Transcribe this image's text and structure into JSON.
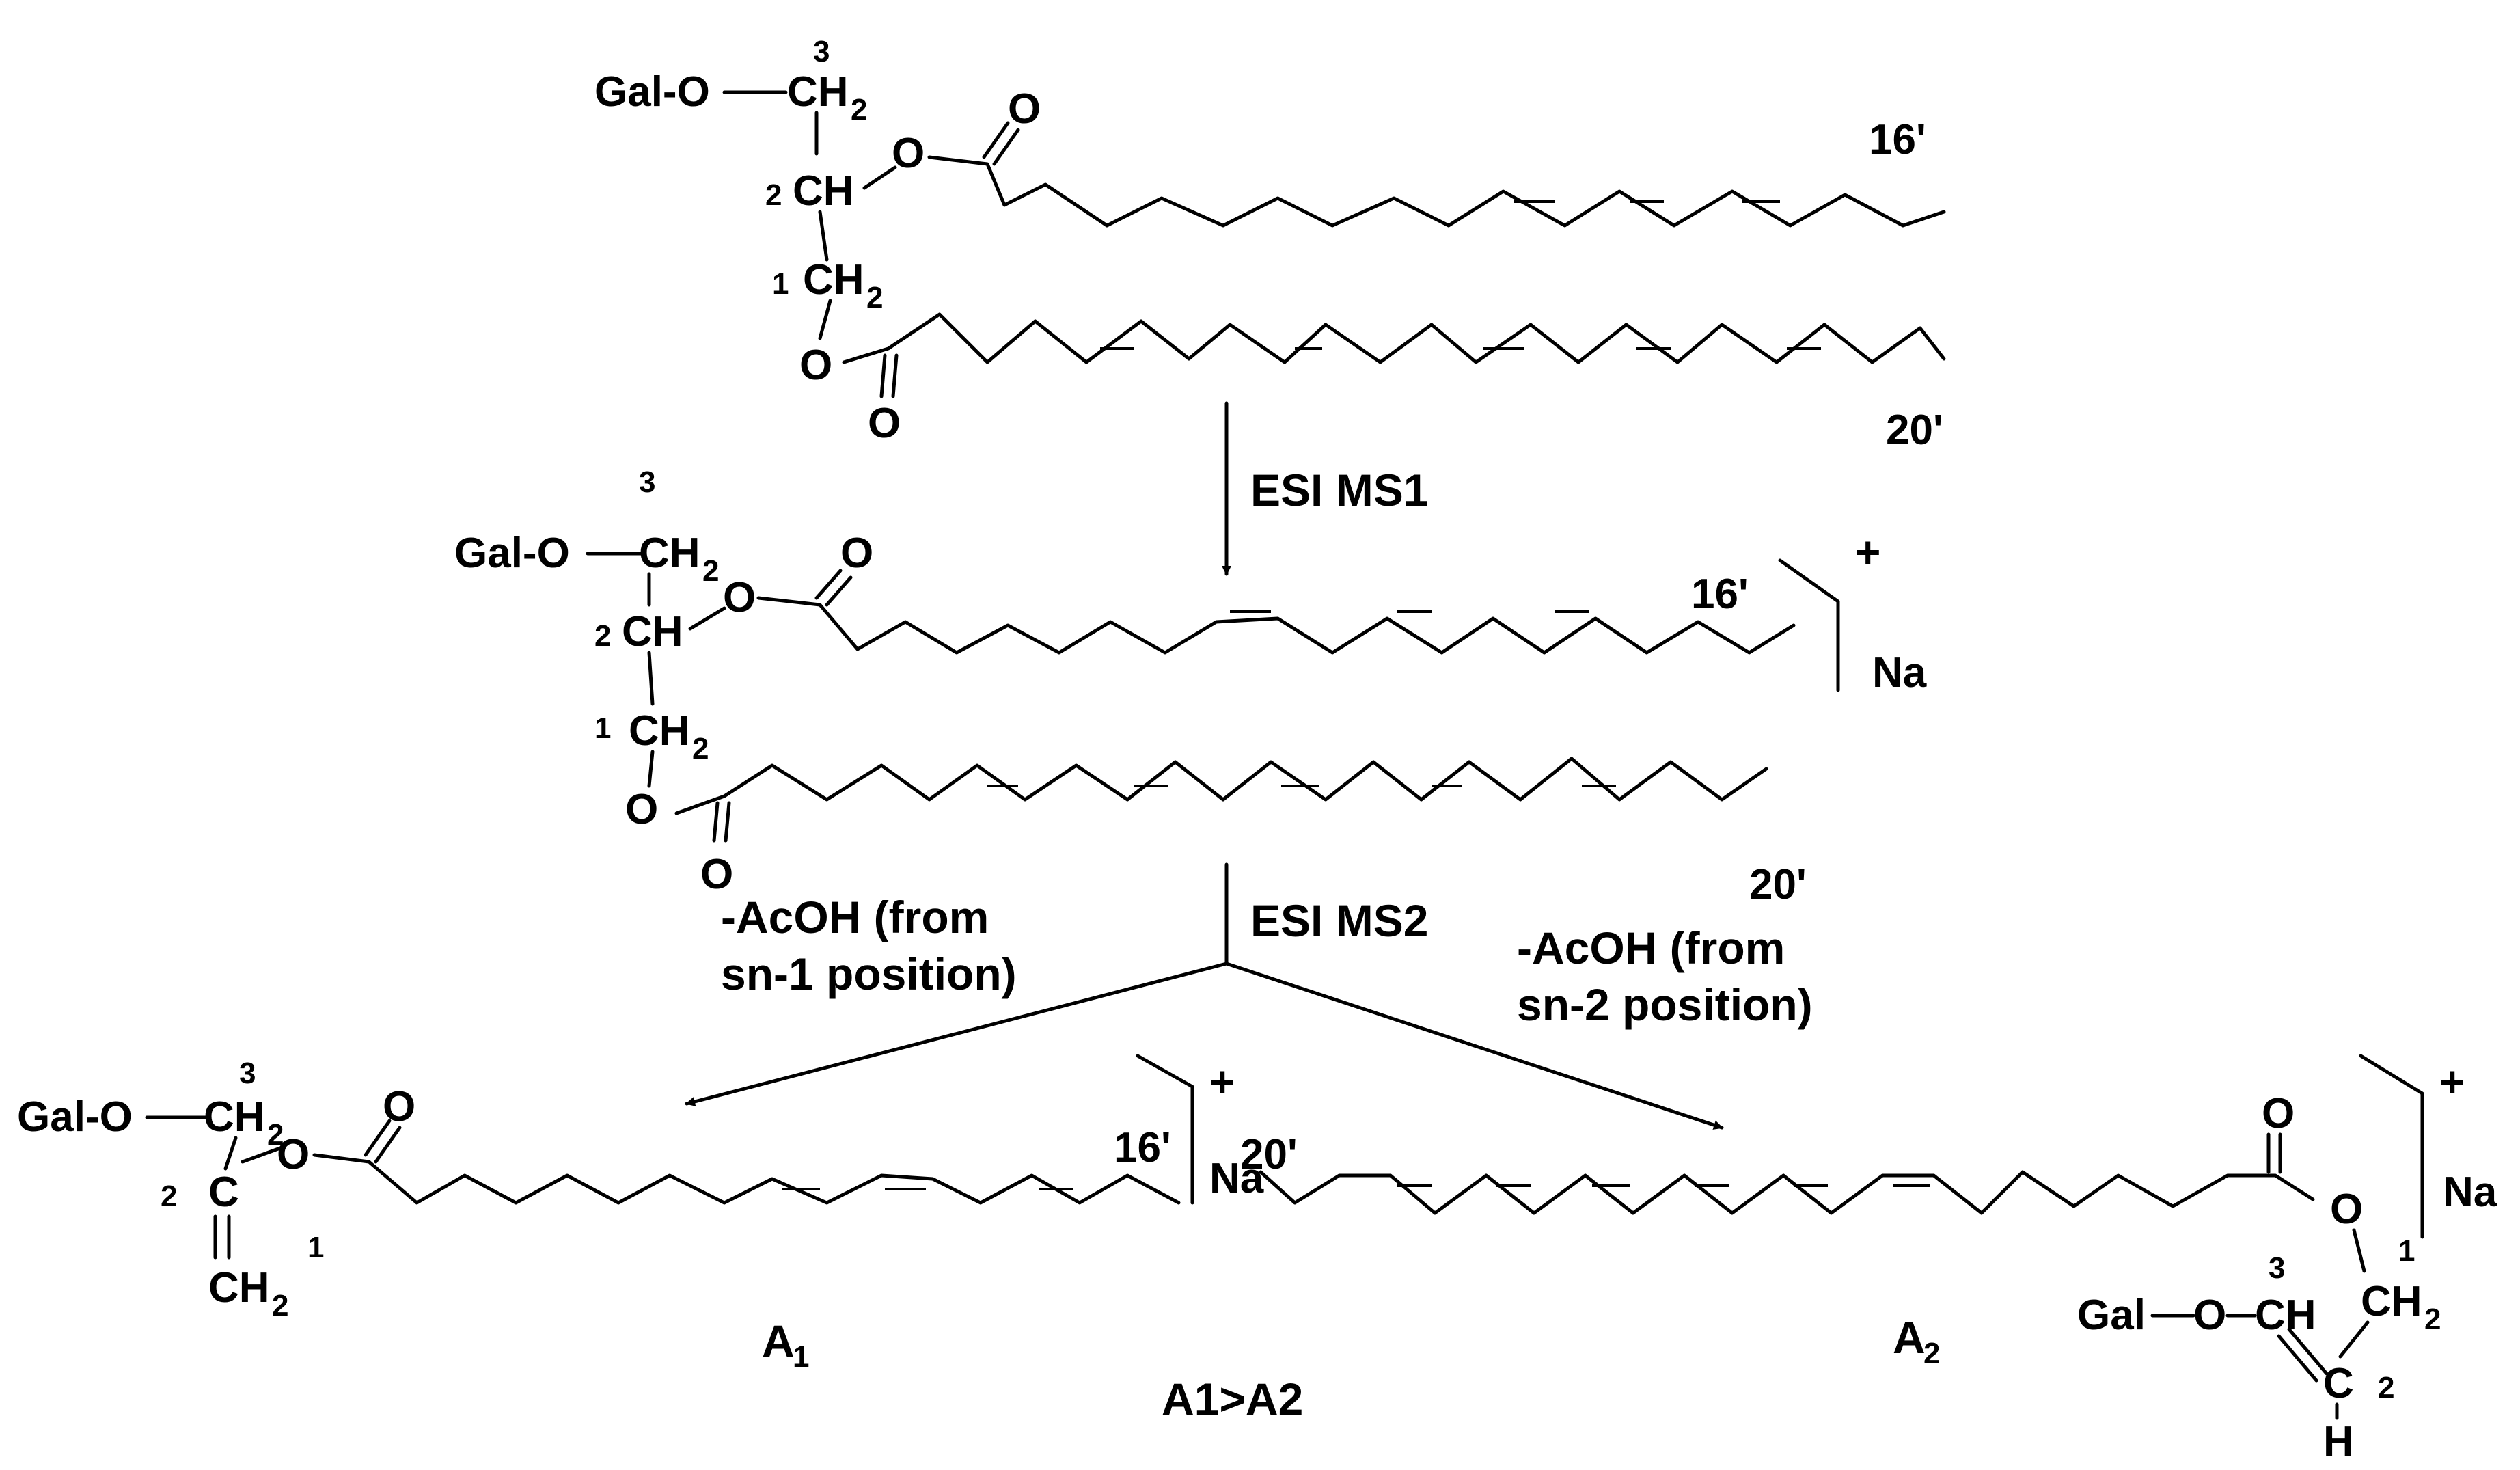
{
  "diagram": {
    "step1_label": "ESI MS1",
    "step2_label": "ESI MS2",
    "loss_sn1_line1": "-AcOH (from",
    "loss_sn1_line2": "sn-1 position)",
    "loss_sn2_line1": "-AcOH (from",
    "loss_sn2_line2": "sn-2 position)",
    "comparison": "A1>A2",
    "product_a1": "A",
    "product_a1_sub": "1",
    "product_a2": "A",
    "product_a2_sub": "2",
    "gal_o": "Gal-O",
    "gal": "Gal",
    "o": "O",
    "c": "C",
    "ch": "CH",
    "h": "H",
    "ch2_ch": "CH",
    "ch2_sub": "2",
    "na": "Na",
    "plus": "+",
    "num_1": "1",
    "num_2": "2",
    "num_3": "3",
    "chain_16": "16'",
    "chain_20": "20'"
  }
}
